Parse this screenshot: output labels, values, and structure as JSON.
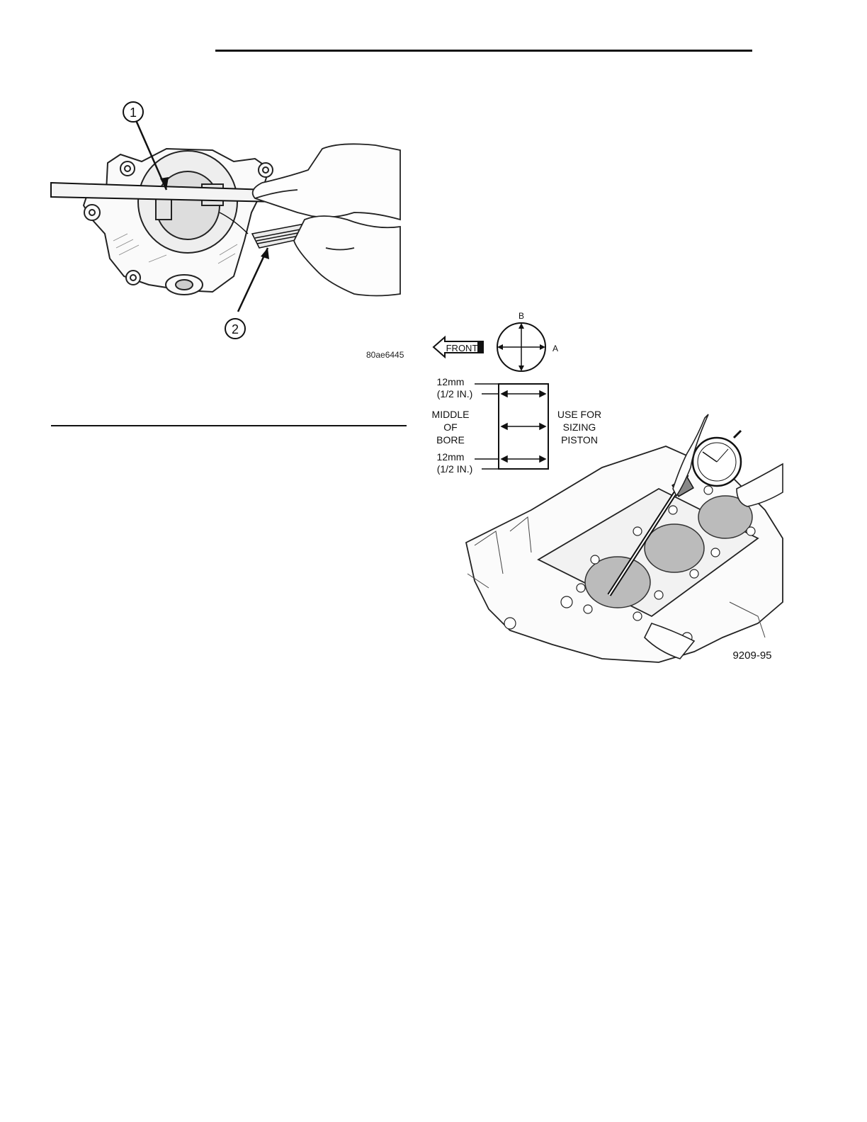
{
  "figure1": {
    "callouts": [
      "1",
      "2"
    ],
    "code": "80ae6445"
  },
  "figure2": {
    "front_label": "FRONT",
    "axis_b": "B",
    "axis_a": "A",
    "top_measure": "12mm",
    "top_measure_in": "(1/2 IN.)",
    "middle_label": [
      "MIDDLE",
      "OF",
      "BORE"
    ],
    "use_label": [
      "USE FOR",
      "SIZING",
      "PISTON"
    ],
    "bottom_measure": "12mm",
    "bottom_measure_in": "(1/2 IN.)",
    "code": "9209-95"
  }
}
